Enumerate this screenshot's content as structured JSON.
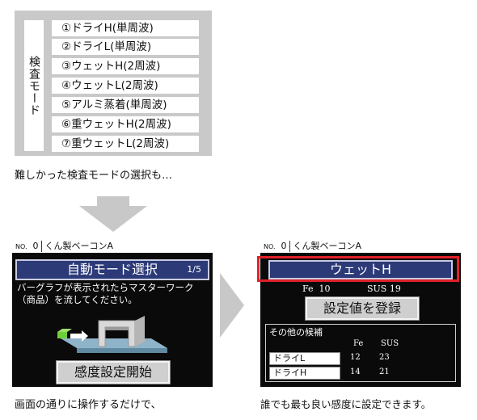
{
  "mode_panel": {
    "label": "検査モード",
    "items": [
      "①ドライH(単周波)",
      "②ドライL(単周波)",
      "③ウェットH(2周波)",
      "④ウェットL(2周波)",
      "⑤アルミ蒸着(単周波)",
      "⑥重ウェットH(2周波)",
      "⑦重ウェットL(2周波)"
    ]
  },
  "caption_top": "難しかった検査モードの選択も…",
  "caption_left": "画面の通りに操作するだけで、",
  "caption_right": "誰でも最も良い感度に設定できます。",
  "left_screen": {
    "no_label": "NO.",
    "no_value": "0",
    "product": "くん製ベーコンA",
    "title": "自動モード選択",
    "page": "1/5",
    "message": "バーグラフが表示されたらマスターワーク\n（商品）を流してください。",
    "button": "感度設定開始"
  },
  "right_screen": {
    "no_label": "NO.",
    "no_value": "0",
    "product": "くん製ベーコンA",
    "title": "ウェットH",
    "fe_label": "Fe",
    "fe_value": "10",
    "sus_label": "SUS",
    "sus_value": "19",
    "button": "設定値を登録",
    "candidates_title": "その他の候補",
    "col_fe": "Fe",
    "col_sus": "SUS",
    "rows": [
      {
        "name": "ドライL",
        "fe": "12",
        "sus": "23"
      },
      {
        "name": "ドライH",
        "fe": "14",
        "sus": "21"
      }
    ]
  },
  "colors": {
    "title_bar": "#2c3a78",
    "highlight": "#e0202a",
    "panel_gray": "#c9c9c9",
    "arrow_gray": "#c8c8c8"
  }
}
